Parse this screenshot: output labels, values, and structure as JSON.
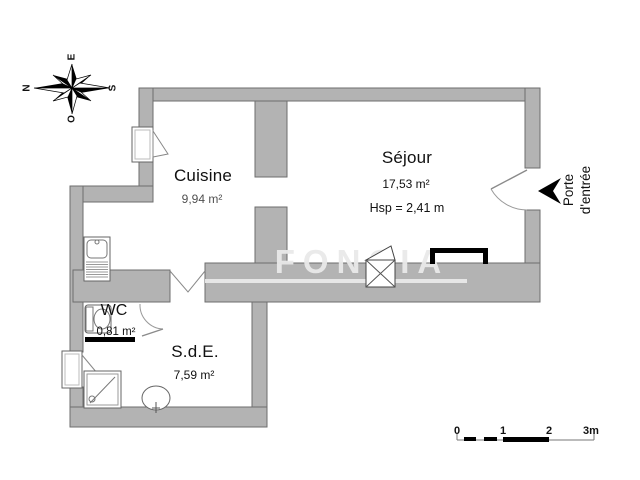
{
  "plan": {
    "watermark": "FONCIA",
    "compass": {
      "north": "N",
      "east": "E",
      "south": "S",
      "west": "O"
    },
    "rooms": [
      {
        "name": "Cuisine",
        "area": "9,94 m²"
      },
      {
        "name": "Séjour",
        "area": "17,53 m²",
        "ceiling": "Hsp = 2,41 m"
      },
      {
        "name": "WC",
        "area": "0,81 m²"
      },
      {
        "name": "S.d.E.",
        "area": "7,59 m²"
      }
    ],
    "entrance": {
      "line1": "Porte",
      "line2": "d'entrée"
    },
    "scale": {
      "t0": "0",
      "t1": "1",
      "t2": "2",
      "t3": "3m"
    },
    "colors": {
      "wall": "#b3b3b3",
      "watermark": "#e9e9e9",
      "black": "#000000"
    }
  }
}
